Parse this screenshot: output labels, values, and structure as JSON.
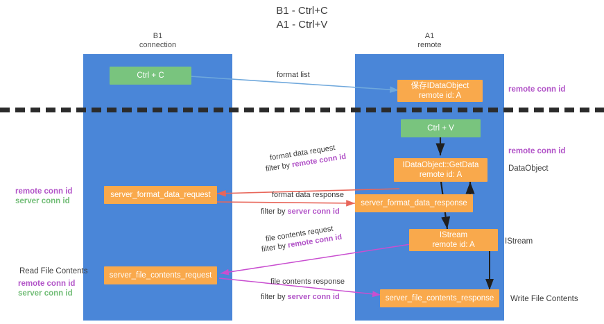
{
  "title": {
    "line1": "B1 - Ctrl+C",
    "line2": "A1 - Ctrl+V"
  },
  "lanes": [
    {
      "id": "b1",
      "name": "B1",
      "sub": "connection",
      "color": "#4a86d8"
    },
    {
      "id": "a1",
      "name": "A1",
      "sub": "remote",
      "color": "#4a86d8"
    }
  ],
  "colors": {
    "lane": "#4a86d8",
    "node_orange": "#f9a94c",
    "node_green": "#79c47e",
    "purple": "#b254c8",
    "green_text": "#72bd77",
    "arrow_blue": "#6fa8dc",
    "arrow_red": "#e8665a",
    "arrow_magenta": "#c94fd0",
    "arrow_black": "#1f1f1f",
    "separator": "#2b2b2b"
  },
  "nodes": [
    {
      "id": "ctrl-c",
      "label1": "Ctrl + C",
      "label2": "",
      "style": "green"
    },
    {
      "id": "save-idataobject",
      "label1": "保存IDataObject",
      "label2": "remote id: A",
      "style": "orange"
    },
    {
      "id": "ctrl-v",
      "label1": "Ctrl + V",
      "label2": "",
      "style": "green"
    },
    {
      "id": "getdata",
      "label1": "IDataObject::GetData",
      "label2": "remote id: A",
      "style": "orange"
    },
    {
      "id": "server-format-data-request",
      "label1": "server_format_data_request",
      "label2": "",
      "style": "orange"
    },
    {
      "id": "server-format-data-response",
      "label1": "server_format_data_response",
      "label2": "",
      "style": "orange"
    },
    {
      "id": "istream",
      "label1": "IStream",
      "label2": "remote id: A",
      "style": "orange"
    },
    {
      "id": "server-file-contents-request",
      "label1": "server_file_contents_request",
      "label2": "",
      "style": "orange"
    },
    {
      "id": "server-file-contents-response",
      "label1": "server_file_contents_response",
      "label2": "",
      "style": "orange"
    }
  ],
  "edge_labels": {
    "format_list": "format list",
    "format_data_request": "format data request",
    "filter_by": "filter by ",
    "remote_conn_id": "remote conn id",
    "format_data_response": "format data response",
    "server_conn_id": "server conn id",
    "file_contents_request": "file contents request",
    "file_contents_response": "file contents response"
  },
  "right_labels": {
    "remote_conn_id_top": "remote conn id",
    "remote_conn_id_mid": "remote conn id",
    "dataobject": "DataObject",
    "istream": "IStream",
    "write_file_contents": "Write File Contents"
  },
  "left_labels": {
    "remote_conn_id_mid": "remote conn id",
    "server_conn_id_mid": "server conn id",
    "read_file_contents": "Read File Contents",
    "remote_conn_id_bot": "remote conn id",
    "server_conn_id_bot": "server conn id"
  }
}
